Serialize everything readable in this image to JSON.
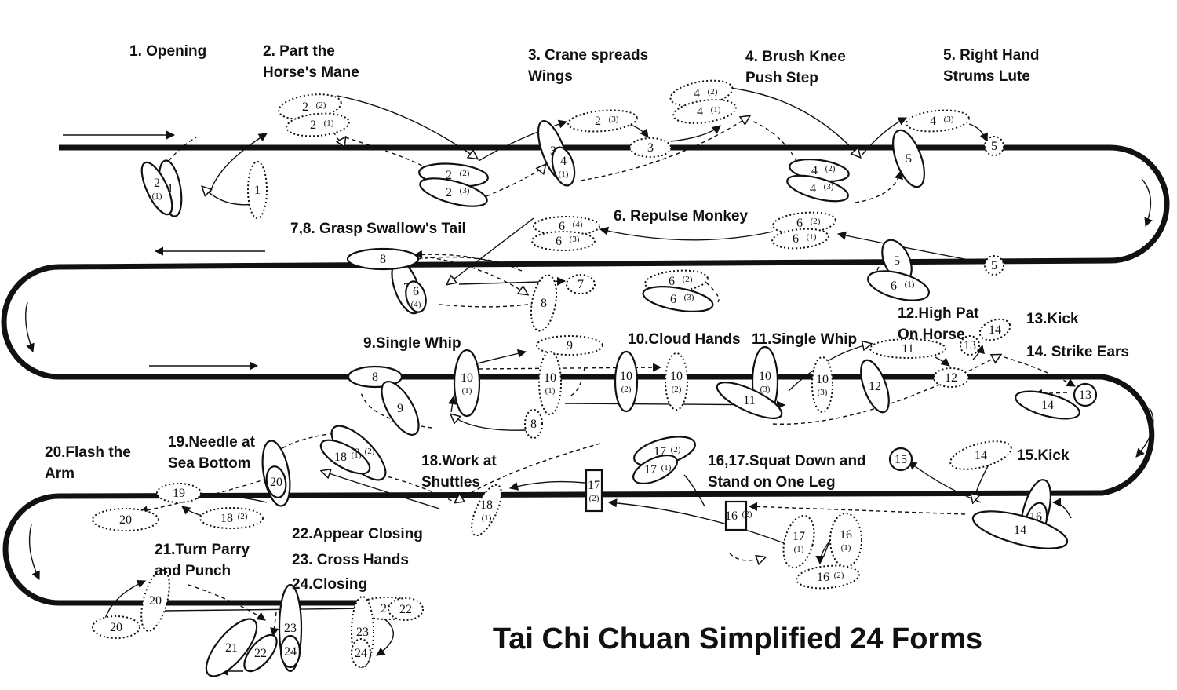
{
  "title": "Tai Chi Chuan Simplified 24 Forms",
  "forms": [
    {
      "id": "f1",
      "lines": [
        "1. Opening"
      ]
    },
    {
      "id": "f2",
      "lines": [
        "2. Part the",
        "Horse's Mane"
      ]
    },
    {
      "id": "f3",
      "lines": [
        "3. Crane spreads",
        "Wings"
      ]
    },
    {
      "id": "f4",
      "lines": [
        "4. Brush Knee",
        "Push Step"
      ]
    },
    {
      "id": "f5",
      "lines": [
        "5. Right Hand",
        "Strums Lute"
      ]
    },
    {
      "id": "f6",
      "lines": [
        "6. Repulse Monkey"
      ]
    },
    {
      "id": "f78",
      "lines": [
        "7,8. Grasp Swallow's Tail"
      ]
    },
    {
      "id": "f9",
      "lines": [
        "9.Single Whip"
      ]
    },
    {
      "id": "f10",
      "lines": [
        "10.Cloud Hands"
      ]
    },
    {
      "id": "f11",
      "lines": [
        "11.Single Whip"
      ]
    },
    {
      "id": "f12",
      "lines": [
        "12.High Pat",
        "On Horse"
      ]
    },
    {
      "id": "f13",
      "lines": [
        "13.Kick"
      ]
    },
    {
      "id": "f14",
      "lines": [
        "14. Strike Ears"
      ]
    },
    {
      "id": "f15",
      "lines": [
        "15.Kick"
      ]
    },
    {
      "id": "f1617",
      "lines": [
        "16,17.Squat Down and",
        "Stand on One Leg"
      ]
    },
    {
      "id": "f18",
      "lines": [
        "18.Work at",
        "Shuttles"
      ]
    },
    {
      "id": "f19",
      "lines": [
        "19.Needle at",
        "Sea Bottom"
      ]
    },
    {
      "id": "f20",
      "lines": [
        "20.Flash the",
        "Arm"
      ]
    },
    {
      "id": "f21",
      "lines": [
        "21.Turn Parry",
        "and Punch"
      ]
    },
    {
      "id": "f22",
      "lines": [
        "22.Appear Closing"
      ]
    },
    {
      "id": "f23",
      "lines": [
        "23. Cross Hands"
      ]
    },
    {
      "id": "f24",
      "lines": [
        "24.Closing"
      ]
    }
  ],
  "footprints": [
    {
      "n": "1"
    },
    {
      "n": "2",
      "s": "(1)"
    },
    {
      "n": "1"
    },
    {
      "n": "2",
      "s": "(2)"
    },
    {
      "n": "2",
      "s": "(1)"
    },
    {
      "n": "2",
      "s": "(2)"
    },
    {
      "n": "2",
      "s": "(3)"
    },
    {
      "n": "3"
    },
    {
      "n": "4",
      "s": "(1)"
    },
    {
      "n": "2",
      "s": "(3)"
    },
    {
      "n": "3"
    },
    {
      "n": "4",
      "s": "(2)"
    },
    {
      "n": "4",
      "s": "(1)"
    },
    {
      "n": "4",
      "s": "(2)"
    },
    {
      "n": "4",
      "s": "(3)"
    },
    {
      "n": "4",
      "s": "(3)"
    },
    {
      "n": "5"
    },
    {
      "n": "5"
    },
    {
      "n": "6",
      "s": "(2)"
    },
    {
      "n": "6",
      "s": "(1)"
    },
    {
      "n": "5"
    },
    {
      "n": "6",
      "s": "(1)"
    },
    {
      "n": "5"
    },
    {
      "n": "6",
      "s": "(2)"
    },
    {
      "n": "6",
      "s": "(3)"
    },
    {
      "n": "6",
      "s": "(4)"
    },
    {
      "n": "6",
      "s": "(3)"
    },
    {
      "n": "7"
    },
    {
      "n": "6",
      "s": "(4)"
    },
    {
      "n": "8"
    },
    {
      "n": "7"
    },
    {
      "n": "8"
    },
    {
      "n": "8"
    },
    {
      "n": "9"
    },
    {
      "n": "10",
      "s": "(1)"
    },
    {
      "n": "9"
    },
    {
      "n": "10",
      "s": "(1)"
    },
    {
      "n": "8"
    },
    {
      "n": "10",
      "s": "(2)"
    },
    {
      "n": "10",
      "s": "(2)"
    },
    {
      "n": "10",
      "s": "(3)"
    },
    {
      "n": "11"
    },
    {
      "n": "10",
      "s": "(3)"
    },
    {
      "n": "11"
    },
    {
      "n": "12"
    },
    {
      "n": "12"
    },
    {
      "n": "13"
    },
    {
      "n": "14"
    },
    {
      "n": "13"
    },
    {
      "n": "14"
    },
    {
      "n": "15"
    },
    {
      "n": "14"
    },
    {
      "n": "15"
    },
    {
      "n": "16",
      "s": "(1)"
    },
    {
      "n": "14"
    },
    {
      "n": "17",
      "s": "(2)"
    },
    {
      "n": "17",
      "s": "(1)"
    },
    {
      "n": "17",
      "s": "(2)"
    },
    {
      "n": "16",
      "s": "(2)"
    },
    {
      "n": "16",
      "s": "(1)"
    },
    {
      "n": "17",
      "s": "(1)"
    },
    {
      "n": "16",
      "s": "(2)"
    },
    {
      "n": "18",
      "s": "(1)"
    },
    {
      "n": "18",
      "s": "(2)"
    },
    {
      "n": "18",
      "s": "(1)"
    },
    {
      "n": "19"
    },
    {
      "n": "20"
    },
    {
      "n": "19"
    },
    {
      "n": "20"
    },
    {
      "n": "18",
      "s": "(2)"
    },
    {
      "n": "20"
    },
    {
      "n": "20"
    },
    {
      "n": "21"
    },
    {
      "n": "22"
    },
    {
      "n": "23"
    },
    {
      "n": "24"
    },
    {
      "n": "21"
    },
    {
      "n": "22"
    },
    {
      "n": "23"
    },
    {
      "n": "24"
    }
  ]
}
